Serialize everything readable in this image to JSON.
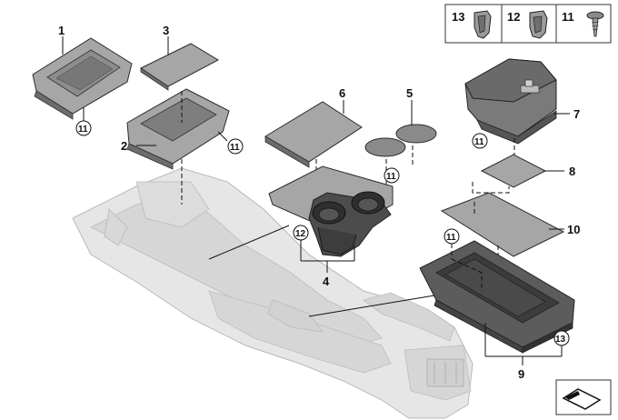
{
  "header_box": {
    "items": [
      {
        "id": "hdr-13",
        "label": "13",
        "icon": "clip-13-icon"
      },
      {
        "id": "hdr-12",
        "label": "12",
        "icon": "clip-12-icon"
      },
      {
        "id": "hdr-11",
        "label": "11",
        "icon": "screw-11-icon"
      }
    ]
  },
  "labels": {
    "p1": "1",
    "p2": "2",
    "p3": "3",
    "p4": "4",
    "p5": "5",
    "p6": "6",
    "p7": "7",
    "p8": "8",
    "p9": "9",
    "p10": "10"
  },
  "callouts": {
    "c11_a": "11",
    "c11_b": "11",
    "c11_c": "11",
    "c11_d": "11",
    "c11_e": "11",
    "c12": "12",
    "c13": "13"
  },
  "colors": {
    "part_dark": "#7d7d7d",
    "part_mid": "#a6a6a6",
    "console": "#e6e6e6",
    "line": "#111111"
  },
  "corner_icon": "diagram-orientation-icon"
}
